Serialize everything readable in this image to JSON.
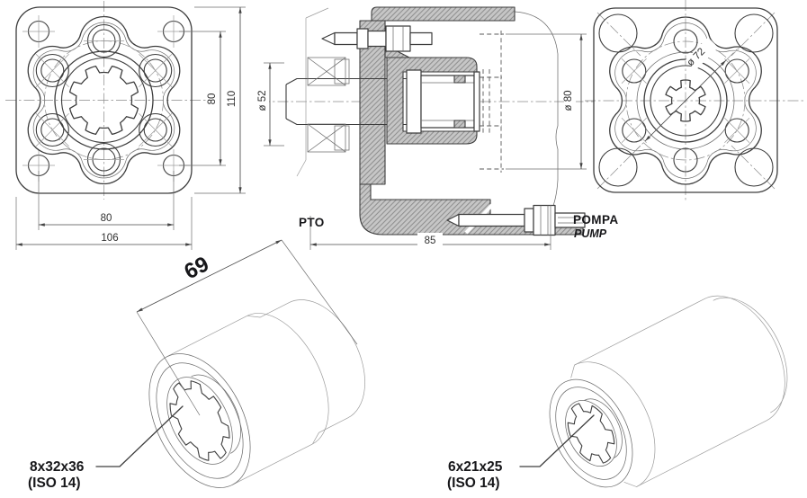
{
  "labels": {
    "pto": "PTO",
    "pompa": "POMPA",
    "pump": "PUMP",
    "coupling_left_spline": "8x32x36",
    "coupling_left_standard": "(ISO 14)",
    "coupling_right_spline": "6x21x25",
    "coupling_right_standard": "(ISO 14)"
  },
  "dimensions": {
    "flange_front": {
      "bolt_v": "80",
      "height": "110",
      "bolt_h": "80",
      "width": "106"
    },
    "section": {
      "seal_dia": "ø 52",
      "pilot_dia": "ø 80",
      "depth": "85"
    },
    "pump_flange": {
      "bolt_circle": "ø 72"
    },
    "coupling": {
      "length": "69"
    }
  },
  "colors": {
    "line": "#3d3d3d",
    "thin_line": "#6e6e6e",
    "hatch_fill": "#c6c6c6",
    "hatch_line": "#8f8f8f",
    "text": "#2a2a2a",
    "label_text": "#17171a",
    "background": "#ffffff"
  }
}
